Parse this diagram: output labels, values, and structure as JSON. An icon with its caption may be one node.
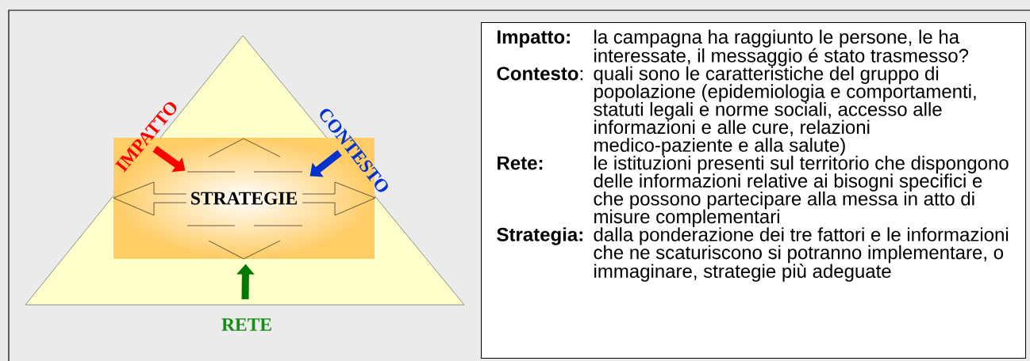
{
  "diagram": {
    "nodes": [
      {
        "text": [
          "STRATEGIE"
        ]
      },
      {
        "text": [
          "IMPATTO"
        ]
      },
      {
        "text": [
          "CONTESTO"
        ]
      },
      {
        "text": [
          "RETE"
        ]
      },
      {
        "text": [
          "Impatto:",
          "la campagna ha raggiunto le persone, le ha interessate, il messaggio é stato trasmesso?",
          "**Contesto**:",
          "quali sono le caratteristiche del gruppo di popolazione (epidemiologia e comportamenti, statuti legali e norme sociali, accesso alle informazioni e alle cure, relazioni medico-paziente e alla salute)",
          "Rete:",
          "le istituzioni presenti sul territorio che dispongono delle informazioni relative ai bisogni specifici e che possono partecipare alla messa in atto di misure complementari",
          "Strategia:",
          "dalla ponderazione dei tre fattori e le informazioni che ne scaturiscono si potranno implementare, o immaginare, strategie più adeguate"
        ]
      }
    ],
    "edges": [
      {
        "from": 1,
        "to": 0,
        "arrow": "to",
        "color": "#ff0000"
      },
      {
        "from": 2,
        "to": 0,
        "arrow": "to",
        "color": "#0033cc"
      },
      {
        "from": 3,
        "to": 0,
        "arrow": "to",
        "color": "#007a00"
      }
    ]
  }
}
